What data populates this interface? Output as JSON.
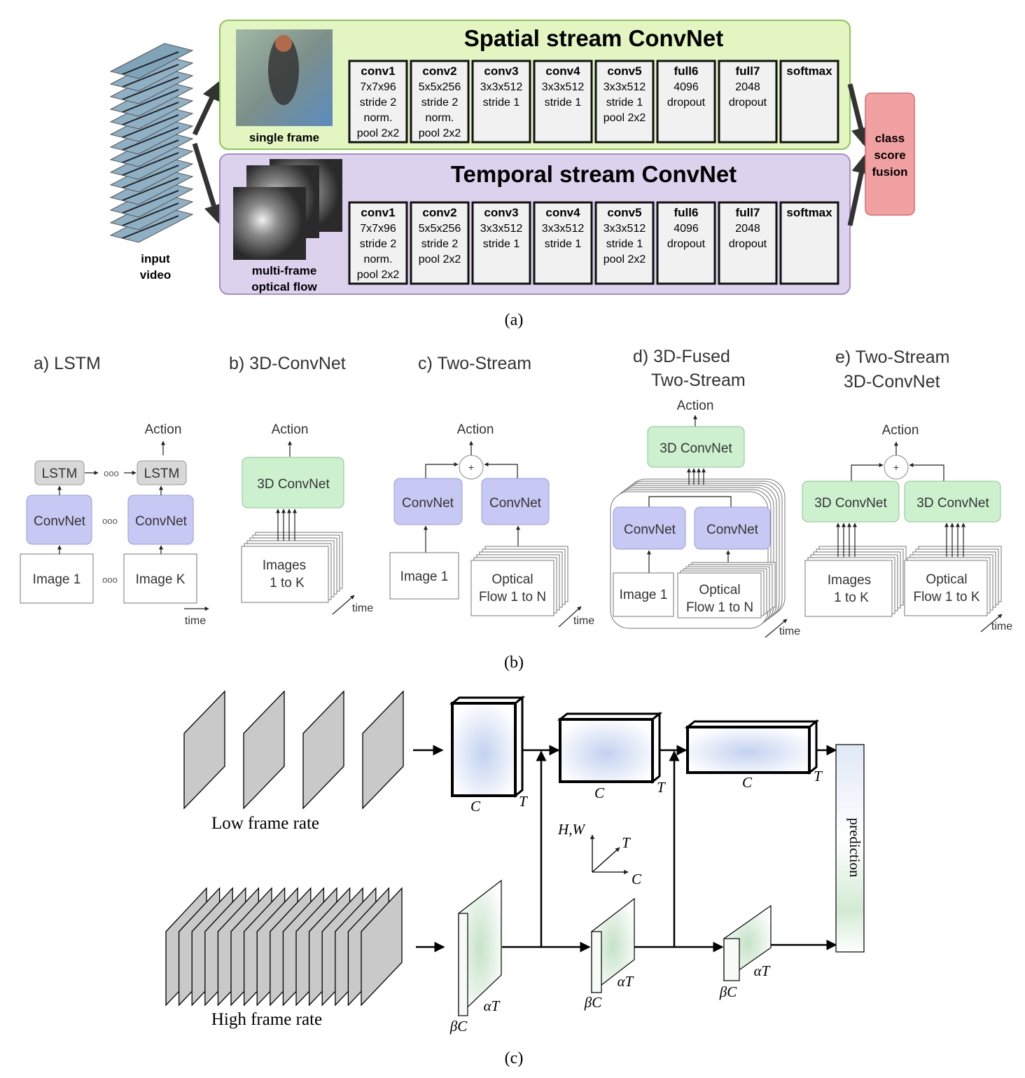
{
  "panel_a": {
    "caption": "(a)",
    "input_label": [
      "input",
      "video"
    ],
    "spatial": {
      "title": "Spatial stream ConvNet",
      "input_label": "single frame",
      "layers": [
        {
          "name": "conv1",
          "lines": [
            "7x7x96",
            "stride 2",
            "norm.",
            "pool 2x2"
          ]
        },
        {
          "name": "conv2",
          "lines": [
            "5x5x256",
            "stride 2",
            "norm.",
            "pool 2x2"
          ]
        },
        {
          "name": "conv3",
          "lines": [
            "3x3x512",
            "stride 1"
          ]
        },
        {
          "name": "conv4",
          "lines": [
            "3x3x512",
            "stride 1"
          ]
        },
        {
          "name": "conv5",
          "lines": [
            "3x3x512",
            "stride 1",
            "pool 2x2"
          ]
        },
        {
          "name": "full6",
          "lines": [
            "4096",
            "dropout"
          ]
        },
        {
          "name": "full7",
          "lines": [
            "2048",
            "dropout"
          ]
        },
        {
          "name": "softmax",
          "lines": []
        }
      ]
    },
    "temporal": {
      "title": "Temporal stream ConvNet",
      "input_label": [
        "multi-frame",
        "optical flow"
      ],
      "layers": [
        {
          "name": "conv1",
          "lines": [
            "7x7x96",
            "stride 2",
            "norm.",
            "pool 2x2"
          ]
        },
        {
          "name": "conv2",
          "lines": [
            "5x5x256",
            "stride 2",
            "pool 2x2"
          ]
        },
        {
          "name": "conv3",
          "lines": [
            "3x3x512",
            "stride 1"
          ]
        },
        {
          "name": "conv4",
          "lines": [
            "3x3x512",
            "stride 1"
          ]
        },
        {
          "name": "conv5",
          "lines": [
            "3x3x512",
            "stride 1",
            "pool 2x2"
          ]
        },
        {
          "name": "full6",
          "lines": [
            "4096",
            "dropout"
          ]
        },
        {
          "name": "full7",
          "lines": [
            "2048",
            "dropout"
          ]
        },
        {
          "name": "softmax",
          "lines": []
        }
      ]
    },
    "fusion": [
      "class",
      "score",
      "fusion"
    ]
  },
  "panel_b": {
    "caption": "(b)",
    "lstm": {
      "title": "a) LSTM",
      "action": "Action",
      "lstm": "LSTM",
      "convnet": "ConvNet",
      "dots": "ooo",
      "image1": "Image 1",
      "imagek": "Image K",
      "time": "time"
    },
    "conv3d": {
      "title": "b) 3D-ConvNet",
      "action": "Action",
      "convnet": "3D ConvNet",
      "images": [
        "Images",
        "1 to K"
      ],
      "time": "time"
    },
    "twostream": {
      "title": "c) Two-Stream",
      "action": "Action",
      "plus": "+",
      "convnet": "ConvNet",
      "image1": "Image 1",
      "flow": [
        "Optical",
        "Flow 1 to N"
      ],
      "time": "time"
    },
    "fused": {
      "title": [
        "d) 3D-Fused",
        "Two-Stream"
      ],
      "action": "Action",
      "convnet3d": "3D ConvNet",
      "convnet": "ConvNet",
      "image1": "Image 1",
      "flow": [
        "Optical",
        "Flow 1 to N"
      ],
      "time": "time"
    },
    "twostream3d": {
      "title": [
        "e) Two-Stream",
        "3D-ConvNet"
      ],
      "action": "Action",
      "plus": "+",
      "convnet": "3D ConvNet",
      "images": [
        "Images",
        "1 to K"
      ],
      "flow": [
        "Optical",
        "Flow 1 to K"
      ],
      "time": "time"
    }
  },
  "panel_c": {
    "caption": "(c)",
    "low_label": "Low frame rate",
    "high_label": "High frame rate",
    "c": "C",
    "t": "T",
    "bc": "βC",
    "at": "αT",
    "hw": "H,W",
    "prediction": "prediction"
  },
  "colors": {
    "spatial_bg": "#e3f6c2",
    "spatial_border": "#8fc35a",
    "temporal_bg": "#ddd2ee",
    "temporal_border": "#a48fc9",
    "layer_fill": "#f1f1f1",
    "fusion_bg": "#f2a1a2",
    "fusion_border": "#d46a6d",
    "convnet_blue": "#c7c8f3",
    "convnet_blue_border": "#9a9be0",
    "convnet_green": "#cdf1cf",
    "convnet_green_border": "#8bc48f",
    "lstm_gray": "#d8d8d8",
    "frame_gray": "#c9c9c9",
    "cube_blue": "#c7d5f0",
    "cube_green": "#cfe5d1"
  }
}
